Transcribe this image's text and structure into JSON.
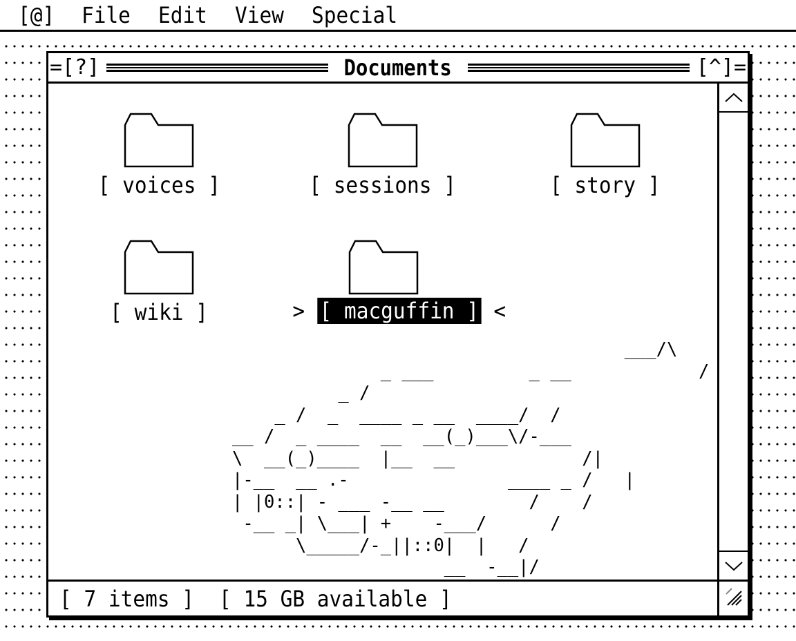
{
  "menubar": {
    "apple": "[@]",
    "items": [
      "File",
      "Edit",
      "View",
      "Special"
    ]
  },
  "window": {
    "title": "Documents",
    "close_button": "=[?]",
    "zoom_button": "[^]="
  },
  "folders": [
    {
      "name": "voices",
      "label": "[ voices ]"
    },
    {
      "name": "sessions",
      "label": "[ sessions ]"
    },
    {
      "name": "story",
      "label": "[ story ]"
    },
    {
      "name": "wiki",
      "label": "[ wiki ]"
    },
    {
      "name": "macguffin",
      "label": "[ macguffin ]",
      "selected": true,
      "left_marker": ">",
      "right_marker": "<"
    }
  ],
  "ascii_art": "                                     ___/\\\n              _ ___         _ __            /   /\n          _ /                                      /\n    _ /  _  ____ _ __  ____/  /\n__ /  _ ____  __  __(_)___\\/-___\n\\  __(_)____  |__  __            /|\n|-__  __ .-               ____ _ /   |\n| |0::| - ___ -__ __        /    /\n -__ _| \\___| +    -___/      /\n      \\_____/-_||::0|  |   /\n                    __  -__|/",
  "status": {
    "items": "[ 7 items ]",
    "available": "[ 15 GB available ]"
  },
  "scrollbar": {
    "up_icon": "^",
    "down_icon": "v"
  }
}
